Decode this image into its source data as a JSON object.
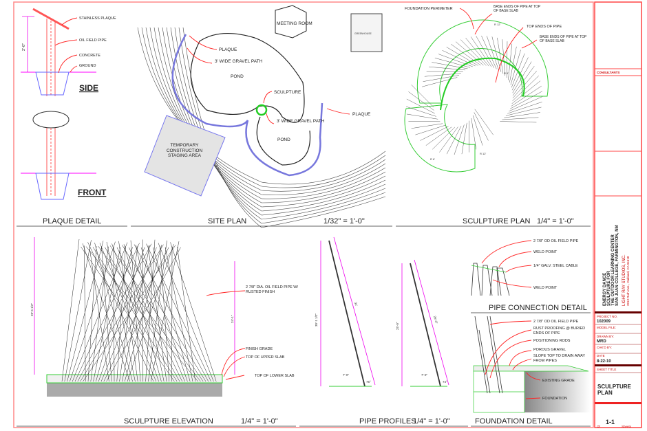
{
  "plaque_detail": {
    "title": "PLAQUE DETAIL",
    "side_label": "SIDE",
    "front_label": "FRONT",
    "dimension": "2'-0\"",
    "callouts": [
      "STAINLESS PLAQUE",
      "OIL FIELD PIPE",
      "CONCRETE",
      "GROUND"
    ]
  },
  "site_plan": {
    "title": "SITE PLAN",
    "scale": "1/32\" = 1'-0\"",
    "labels": {
      "meeting_room": "MEETING ROOM",
      "pond_1": "POND",
      "pond_2": "POND",
      "staging": "TEMPORARY CONSTRUCTION STAGING AREA",
      "greenhouse": "GREENHOUSE"
    },
    "callouts": [
      "PLAQUE",
      "3' WIDE GRAVEL PATH",
      "SCULPTURE",
      "3' WIDE GRAVEL PATH",
      "PLAQUE"
    ]
  },
  "sculpture_plan": {
    "title": "SCULPTURE PLAN",
    "scale": "1/4\" = 1'-0\"",
    "callouts": [
      "FOUNDATION PERIMETER",
      "BASE ENDS OF PIPE AT TOP OF BASE SLAB",
      "TOP ENDS OF PIPE",
      "BASE ENDS OF PIPE AT TOP OF BASE SLAB"
    ],
    "dims": [
      "R 12'",
      "R 6'",
      "R 12'",
      "R 6'"
    ]
  },
  "sculpture_elevation": {
    "title": "SCULPTURE ELEVATION",
    "scale": "1/4\" = 1'-0\"",
    "dims": [
      "28'-5 1/2\"",
      "24'-1\""
    ],
    "callouts": [
      "2 7/8\" DIA. OIL FIELD PIPE W/ RUSTED FINISH",
      "FINISH GRADE",
      "TOP OF UPPER SLAB",
      "TOP OF LOWER SLAB"
    ]
  },
  "pipe_profiles": {
    "title": "PIPE PROFILES",
    "scale": "1/4\" = 1'-0\"",
    "dims": [
      "30'-1 1/2\"",
      "31'",
      "7'-0\"",
      "75°",
      "25'-0\"",
      "26'-0\"",
      "7'-0\"",
      "74°"
    ]
  },
  "pipe_connection_detail": {
    "title": "PIPE CONNECTION DETAIL",
    "callouts": [
      "2 7/8\" OD OIL FIELD PIPE",
      "WELD POINT",
      "1/4\" GALV. STEEL CABLE",
      "WELD POINT"
    ]
  },
  "foundation_detail": {
    "title": "FOUNDATION DETAIL",
    "callouts": [
      "2 7/8\" OD OIL FIELD PIPE",
      "RUST PROOFING @ BURIED ENDS OF PIPE",
      "POSITIONING RODS",
      "POROUS GRAVEL",
      "SLOPE TOP TO DRAIN AWAY FROM PIPES",
      "EXISTING GRADE",
      "FOUNDATION"
    ]
  },
  "title_block": {
    "consultants": "CONSULTANTS",
    "project_lines": [
      "ENERGY DANCE",
      "SCULPTURE FOR",
      "THE OUTDOOR LEARNING CENTER",
      "SAN JUAN COLLEGE, FARMINGTON, NM"
    ],
    "firm": "LIGHT RAY STUDIOS, INC.",
    "firm_address": "3913 Ruth Ave., Oakland, CA 94618",
    "project_no_label": "PROJECT NO.",
    "project_no": "102009",
    "model_file_label": "MODEL FILE:",
    "drawn_by_label": "DRAWN BY:",
    "drawn_by": "MRD",
    "chkd_by_label": "CHK'D BY:",
    "date_label": "DATE",
    "date": "8-22-10",
    "sheet_title_label": "SHEET TITLE",
    "sheet_title_1": "SCULPTURE",
    "sheet_title_2": "PLAN",
    "sheet_number": "1-1",
    "of_label": "Of",
    "sheets_label": "Sheets"
  },
  "colors": {
    "border": "#ff3333",
    "leader": "#ff2222",
    "dimension": "#ee00ee",
    "path": "#7777dd",
    "foundation": "#33cc33"
  }
}
